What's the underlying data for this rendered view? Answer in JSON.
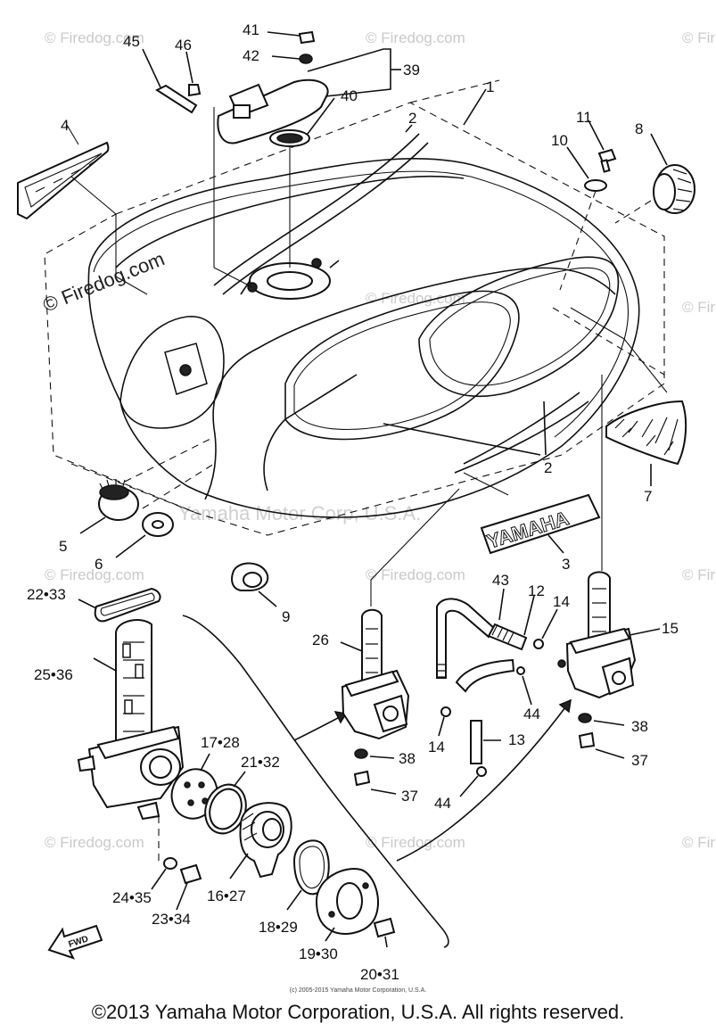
{
  "watermarks": {
    "brand": "© Firedog.com",
    "center": "Yamaha Motor Corp, U.S.A."
  },
  "callouts": {
    "c1": "1",
    "c2a": "2",
    "c2b": "2",
    "c3": "3",
    "c4": "4",
    "c5": "5",
    "c6": "6",
    "c7": "7",
    "c8": "8",
    "c9": "9",
    "c10": "10",
    "c11": "11",
    "c12": "12",
    "c13": "13",
    "c14a": "14",
    "c14b": "14",
    "c15": "15",
    "c16": "16•27",
    "c17": "17•28",
    "c18": "18•29",
    "c19": "19•30",
    "c20": "20•31",
    "c21": "21•32",
    "c22": "22•33",
    "c23": "23•34",
    "c24": "24•35",
    "c25": "25•36",
    "c26": "26",
    "c37a": "37",
    "c37b": "37",
    "c38a": "38",
    "c38b": "38",
    "c39": "39",
    "c40": "40",
    "c41": "41",
    "c42": "42",
    "c43": "43",
    "c44a": "44",
    "c44b": "44",
    "c45": "45",
    "c46": "46"
  },
  "emblem_text": "YAMAHA",
  "fwd_text": "FWD",
  "footer": {
    "small": "(c) 2005-2015 Yamaha Motor Corporation, U.S.A.",
    "main": "©2013 Yamaha Motor Corporation, U.S.A. All rights reserved."
  }
}
